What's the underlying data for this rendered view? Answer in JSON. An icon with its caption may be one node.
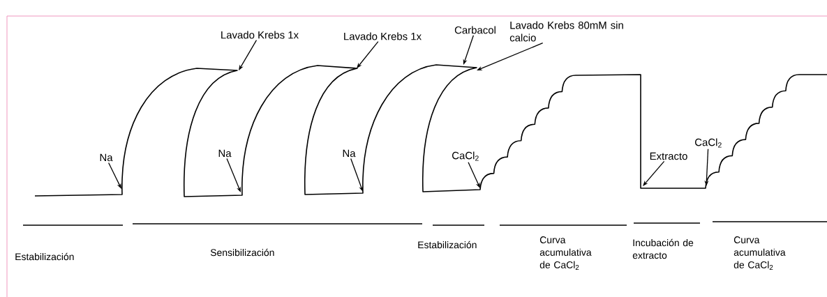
{
  "diagram": {
    "nodes": [
      {
        "text": [
          "Lavado Krebs 1x"
        ]
      },
      {
        "text": [
          "Lavado Krebs 1x"
        ]
      },
      {
        "text": [
          "Carbacol"
        ]
      },
      {
        "text": [
          "Lavado Krebs 80mM sin calcio"
        ]
      },
      {
        "text": [
          "Na"
        ]
      },
      {
        "text": [
          "Na"
        ]
      },
      {
        "text": [
          "Na"
        ]
      },
      {
        "text": [
          "CaCl$_{2}$"
        ]
      },
      {
        "text": [
          "Extracto"
        ]
      },
      {
        "text": [
          "CaCl$_{2}$"
        ]
      }
    ],
    "edges": [
      {
        "from": 0,
        "to": null,
        "arrow": "to"
      },
      {
        "from": 1,
        "to": null,
        "arrow": "to"
      },
      {
        "from": 2,
        "to": null,
        "arrow": "to"
      },
      {
        "from": 3,
        "to": null,
        "arrow": "to"
      },
      {
        "from": 4,
        "to": null,
        "arrow": "to"
      },
      {
        "from": 5,
        "to": null,
        "arrow": "to"
      },
      {
        "from": 6,
        "to": null,
        "arrow": "to"
      },
      {
        "from": 7,
        "to": null,
        "arrow": "to"
      },
      {
        "from": 8,
        "to": null,
        "arrow": "to"
      },
      {
        "from": 9,
        "to": null,
        "arrow": "to"
      }
    ],
    "labels": [
      "Estabilización",
      "Sensibilización",
      "Estabilización",
      "Curva acumulativa de CaCl$_{2}$",
      "Incubación de extracto",
      "Curva acumulativa de CaCl$_{2}$"
    ]
  }
}
